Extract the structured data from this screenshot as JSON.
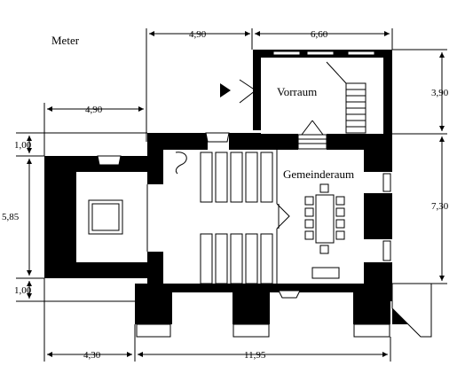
{
  "title": "",
  "unit_label": "Meter",
  "rooms": {
    "vorraum": "Vorraum",
    "gemeinderaum": "Gemeinderaum"
  },
  "dimensions": {
    "top_left_width": "4,90",
    "top_annex_width": "4,90",
    "top_vorraum_width": "6,60",
    "right_vorraum_depth": "3,90",
    "right_main_depth": "7,30",
    "left_top_offset": "1,00",
    "left_chancel_depth": "5,85",
    "left_bottom_offset": "1,00",
    "bottom_chancel_width": "4,30",
    "bottom_main_width": "11,95"
  },
  "colors": {
    "wall": "#000000",
    "background": "#ffffff",
    "line": "#000000"
  }
}
